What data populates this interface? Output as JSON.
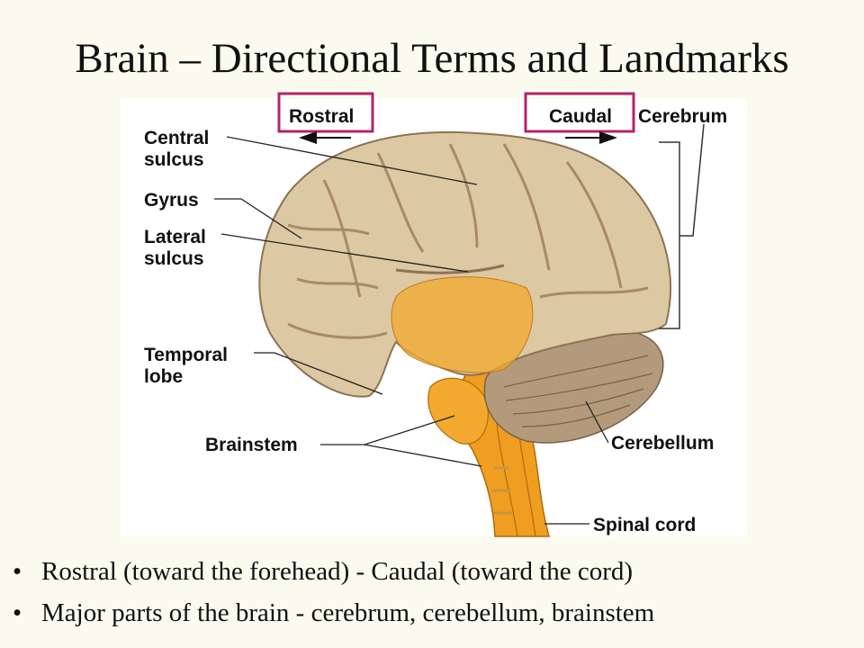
{
  "title": "Brain – Directional Terms and Landmarks",
  "labels": {
    "rostral": "Rostral",
    "caudal": "Caudal",
    "cerebrum": "Cerebrum",
    "central_sulcus": [
      "Central",
      "sulcus"
    ],
    "gyrus": "Gyrus",
    "lateral_sulcus": [
      "Lateral",
      "sulcus"
    ],
    "temporal_lobe": [
      "Temporal",
      "lobe"
    ],
    "brainstem": "Brainstem",
    "cerebellum": "Cerebellum",
    "spinal_cord": "Spinal cord"
  },
  "bullets": [
    "Rostral (toward the forehead) - Caudal (toward the cord)",
    "Major parts of the brain - cerebrum, cerebellum, brainstem"
  ],
  "colors": {
    "highlight_box": "#b3236b",
    "cerebrum": "#dcc8a2",
    "brainstem": "#f2a92e",
    "cerebellum": "#b39a7c"
  }
}
